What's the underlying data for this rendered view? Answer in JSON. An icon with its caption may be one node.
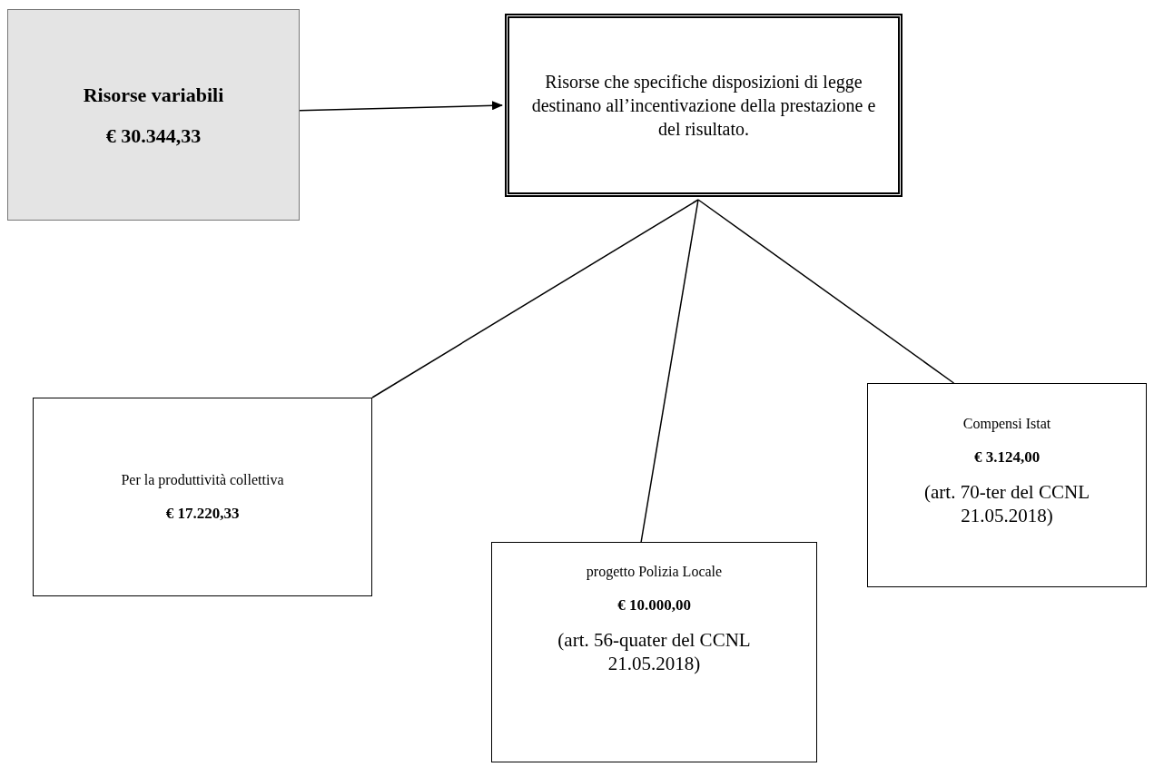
{
  "diagram": {
    "nodes": [
      {
        "text": [
          "Risorse variabili",
          "€ 30.344,33"
        ]
      },
      {
        "text": [
          "Risorse che specifiche disposizioni di legge destinano all’incentivazione della prestazione e del risultato."
        ]
      },
      {
        "text": [
          "Per la produttività collettiva",
          "€ 17.220,33"
        ]
      },
      {
        "text": [
          "progetto Polizia Locale",
          "€ 10.000,00",
          "(art. 56-quater del CCNL 21.05.2018)"
        ]
      },
      {
        "text": [
          "Compensi Istat",
          "€ 3.124,00",
          "(art. 70-ter del CCNL 21.05.2018)"
        ]
      }
    ],
    "edges": [
      {
        "from": 0,
        "to": 1,
        "arrow": "to"
      },
      {
        "from": 1,
        "to": 2,
        "arrow": "none"
      },
      {
        "from": 1,
        "to": 3,
        "arrow": "none"
      },
      {
        "from": 1,
        "to": 4,
        "arrow": "none"
      }
    ]
  }
}
